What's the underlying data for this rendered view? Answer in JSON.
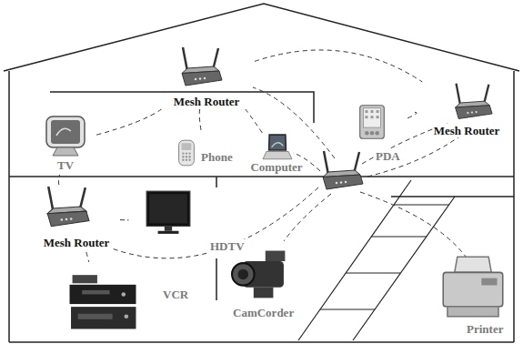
{
  "diagram": {
    "nodes": [
      {
        "text": [
          "Mesh Router"
        ]
      },
      {
        "text": [
          "Mesh Router"
        ]
      },
      {
        "text": [
          "TV"
        ]
      },
      {
        "text": [
          "Phone"
        ]
      },
      {
        "text": [
          "Computer"
        ]
      },
      {
        "text": [
          "PDA"
        ]
      },
      {
        "text": [
          "Mesh Router"
        ]
      },
      {
        "text": [
          "HDTV"
        ]
      },
      {
        "text": [
          "CamCorder"
        ]
      },
      {
        "text": [
          "VCR"
        ]
      },
      {
        "text": [
          "Printer"
        ]
      }
    ],
    "edges": [
      {
        "from": 0,
        "to": 2,
        "arrow": "none"
      },
      {
        "from": 0,
        "to": 3,
        "arrow": "none"
      },
      {
        "from": 0,
        "to": 4,
        "arrow": "none"
      },
      {
        "from": 0,
        "to": 1,
        "arrow": "none"
      },
      {
        "from": 1,
        "to": 5,
        "arrow": "none"
      },
      {
        "from": 6,
        "to": 2,
        "arrow": "none"
      },
      {
        "from": 6,
        "to": 7,
        "arrow": "none"
      },
      {
        "from": 6,
        "to": 9,
        "arrow": "none"
      }
    ]
  }
}
